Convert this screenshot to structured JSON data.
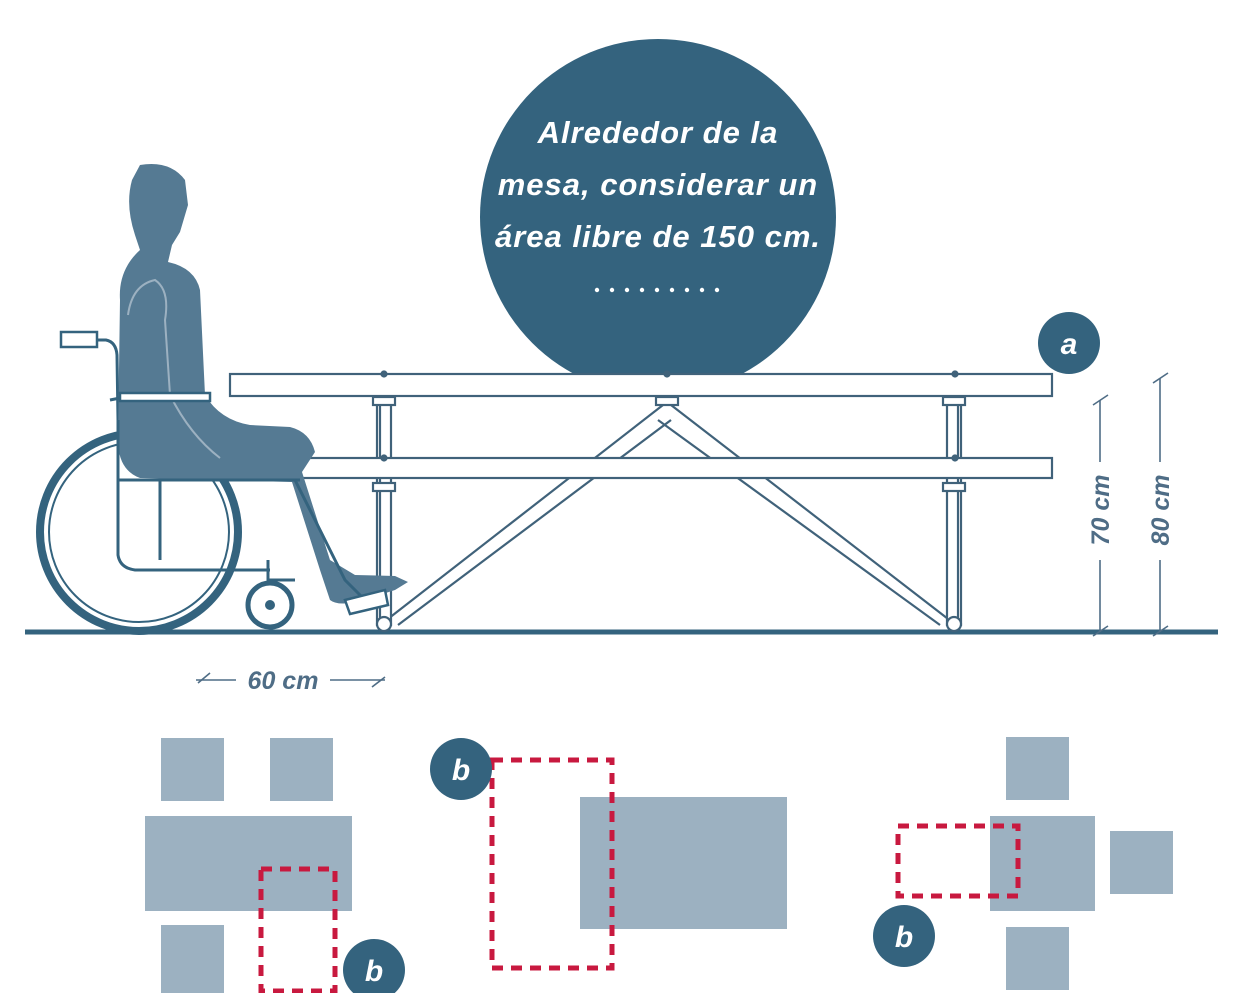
{
  "callout": {
    "line1": "Alrededor de la",
    "line2": "mesa, considerar un",
    "line3": "área libre de 150 cm."
  },
  "dimensions": {
    "seat_depth": "60 cm",
    "table_underside_height": "70 cm",
    "table_top_height": "80 cm"
  },
  "badges": {
    "table": "a",
    "plan_left": "b",
    "plan_middle": "b",
    "plan_right": "b"
  },
  "colors": {
    "navy": "#34637e",
    "person": "#557a93",
    "outline": "#40627a",
    "plan_gray": "#9cb1c1",
    "clearance_red": "#c8193f"
  }
}
